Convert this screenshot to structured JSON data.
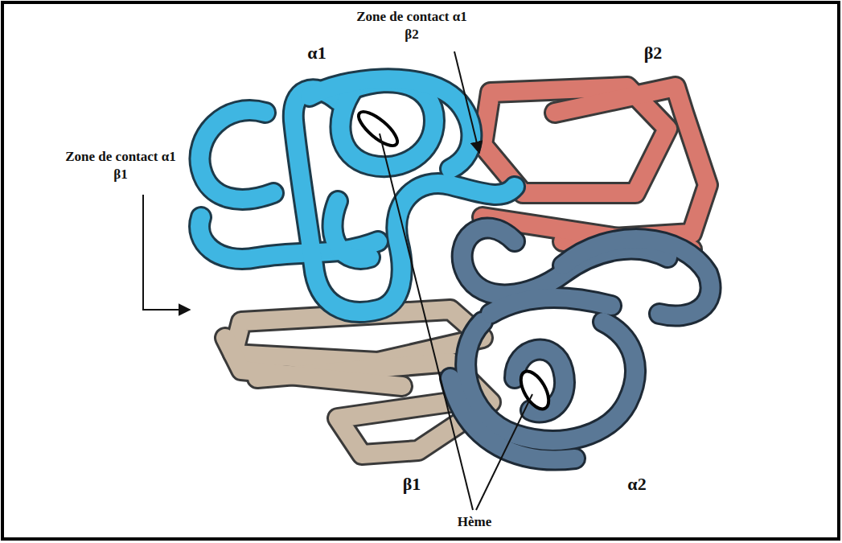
{
  "diagram": {
    "labels": [
      "Zone de contact α1 β2",
      "α1",
      "β2",
      "Zone de contact α1 β1",
      "β1",
      "α2",
      "Hème"
    ]
  }
}
